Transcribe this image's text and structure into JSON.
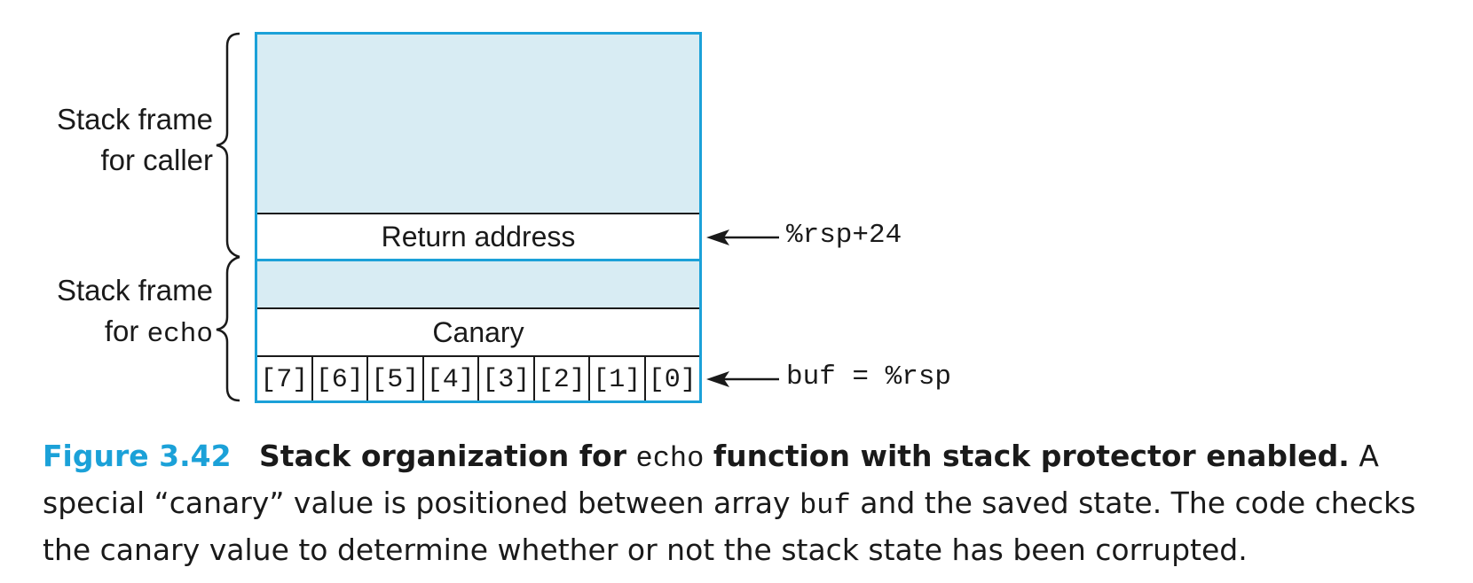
{
  "diagram": {
    "caller_label": [
      "Stack frame",
      "for caller"
    ],
    "echo_label_prefix": "Stack frame",
    "echo_label_for": "for",
    "echo_label_func": "echo",
    "return_address": "Return address",
    "canary": "Canary",
    "buf_cells": [
      "[7]",
      "[6]",
      "[5]",
      "[4]",
      "[3]",
      "[2]",
      "[1]",
      "[0]"
    ],
    "pointer_return": "%rsp+24",
    "pointer_buf": "buf = %rsp",
    "colors": {
      "frame_border": "#1ba1d8",
      "shaded_fill": "#d8ecf3",
      "figure_number": "#1ba1d8"
    }
  },
  "caption": {
    "figure_number": "Figure 3.42",
    "title_part1": "Stack organization for",
    "title_code": "echo",
    "title_part2": "function with stack protector enabled.",
    "body_part1": "A special “canary” value is positioned between array",
    "body_code": "buf",
    "body_part2": "and the saved state. The code checks the canary value to determine whether or not the stack state has been corrupted."
  }
}
